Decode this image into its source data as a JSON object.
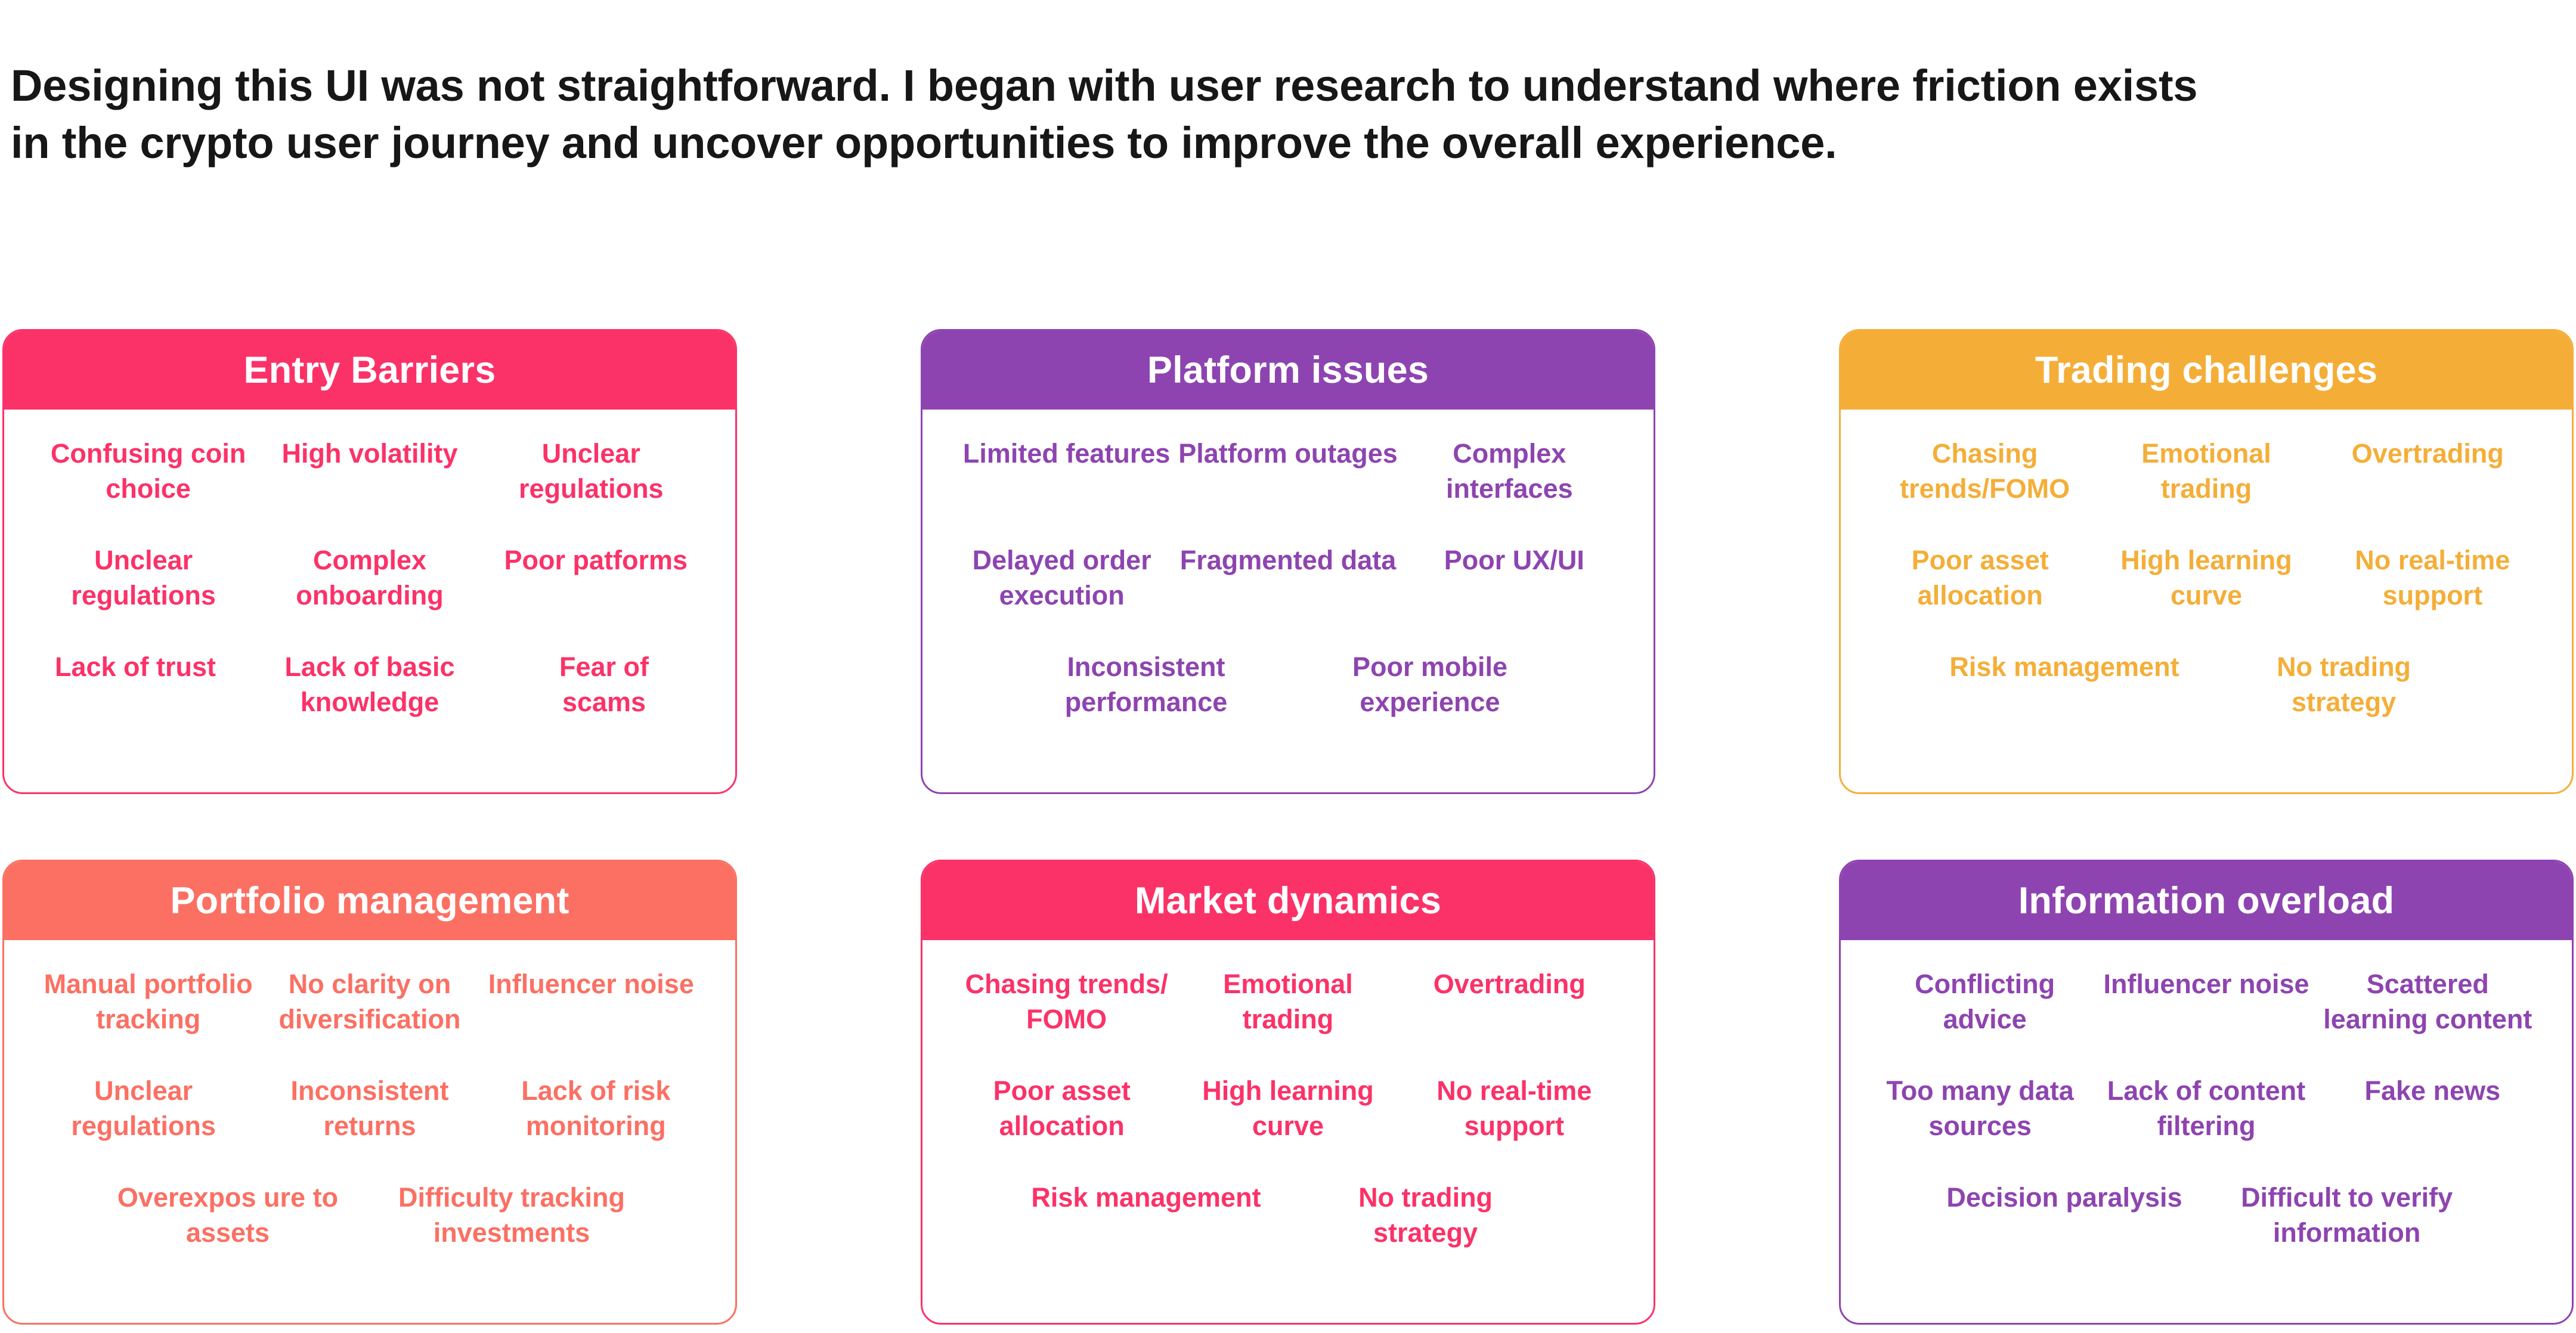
{
  "intro": {
    "line1": "Designing this UI was not straightforward. I began with user research to understand where friction exists",
    "line2": "in the crypto user journey and uncover opportunities to improve the overall experience."
  },
  "colors": {
    "intro_text": "#171717",
    "crimson": "#FB3268",
    "purple": "#8E44B0",
    "orange": "#F4AE38",
    "coral": "#FB7063",
    "page_background": "#FFFFFF",
    "card_title_text": "#FFFFFF"
  },
  "cards": [
    {
      "title": "Entry Barriers",
      "accent": "#FB3268",
      "row1": [
        "Confusing coin choice",
        "High volatility",
        "Unclear regulations"
      ],
      "row2": [
        "Unclear regulations",
        "Complex onboarding",
        "Poor patforms"
      ],
      "row3": [
        "Lack of trust",
        "Lack of basic knowledge",
        "Fear of scams"
      ]
    },
    {
      "title": "Platform issues",
      "accent": "#8E44B0",
      "row1": [
        "Limited features",
        "Platform outages",
        "Complex interfaces"
      ],
      "row2": [
        "Delayed order execution",
        "Fragmented data",
        "Poor UX/UI"
      ],
      "row3": [
        "Inconsistent performance",
        "Poor mobile experience"
      ]
    },
    {
      "title": "Trading challenges",
      "accent": "#F4AE38",
      "row1": [
        "Chasing trends/FOMO",
        "Emotional trading",
        "Overtrading"
      ],
      "row2": [
        "Poor asset allocation",
        "High learning curve",
        "No real-time support"
      ],
      "row3": [
        "Risk management",
        "No trading strategy"
      ]
    },
    {
      "title": "Portfolio management",
      "accent": "#FB7063",
      "row1": [
        "Manual portfolio tracking",
        "No clarity on diversification",
        "Influencer noise"
      ],
      "row2": [
        "Unclear regulations",
        "Inconsistent returns",
        "Lack of risk monitoring"
      ],
      "row3": [
        "Overexpos ure to assets",
        "Difficulty tracking investments"
      ]
    },
    {
      "title": "Market dynamics",
      "accent": "#FB3268",
      "row1": [
        "Chasing trends/ FOMO",
        "Emotional trading",
        "Overtrading"
      ],
      "row2": [
        "Poor asset allocation",
        "High learning curve",
        "No real-time support"
      ],
      "row3": [
        "Risk management",
        "No trading strategy"
      ]
    },
    {
      "title": "Information overload",
      "accent": "#8E44B0",
      "row1": [
        "Conflicting advice",
        "Influencer noise",
        "Scattered learning content"
      ],
      "row2": [
        "Too many data sources",
        "Lack of content filtering",
        "Fake news"
      ],
      "row3": [
        "Decision paralysis",
        "Difficult to verify information"
      ]
    }
  ]
}
